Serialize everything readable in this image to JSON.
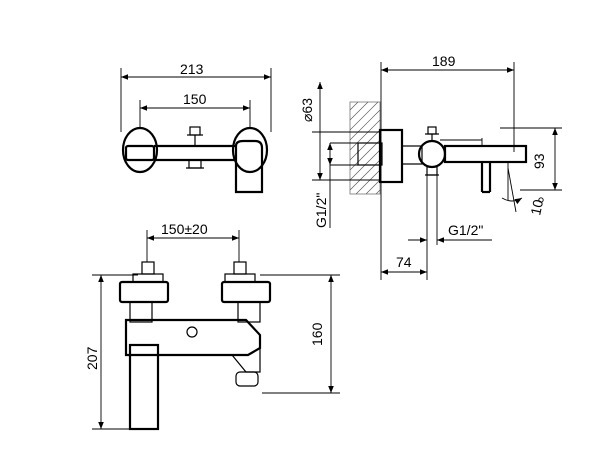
{
  "drawing": {
    "front_view": {
      "overall_width": "213",
      "center_distance": "150"
    },
    "side_view": {
      "overall_depth": "189",
      "flange_diameter": "63",
      "flange_diameter_symbol": "⌀",
      "height": "93",
      "lever_angle": "10",
      "angle_unit": "°",
      "inlet_thread": "G1/2\"",
      "outlet_thread": "G1/2\"",
      "wall_offset": "74"
    },
    "bottom_view": {
      "center_distance_tolerance": "150±20",
      "total_height": "207",
      "spout_height": "160"
    }
  }
}
